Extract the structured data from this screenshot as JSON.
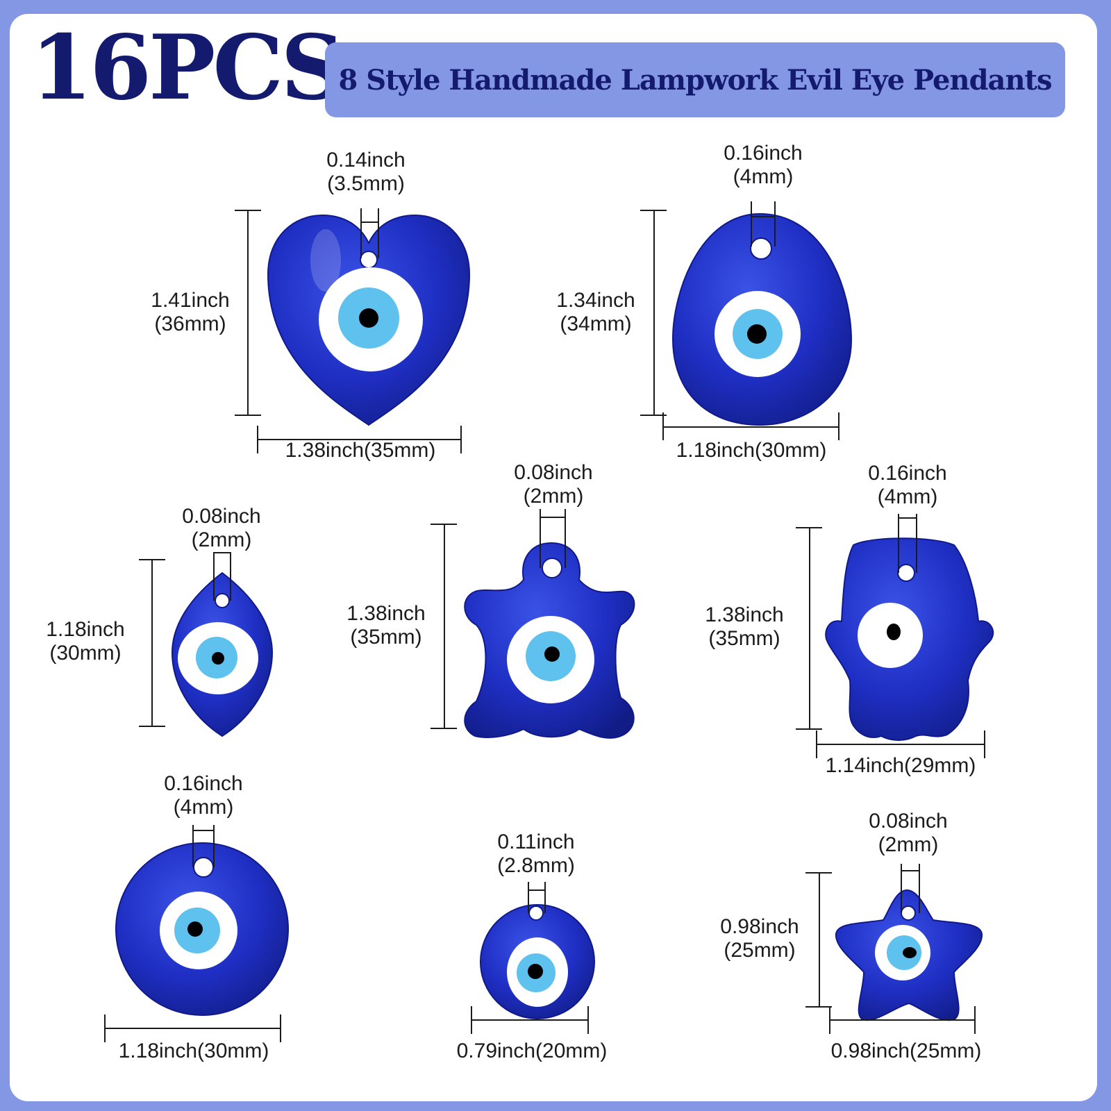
{
  "header": {
    "count": "16PCS",
    "subtitle": "8 Style Handmade Lampwork Evil Eye Pendants"
  },
  "colors": {
    "frame": "#8497e4",
    "title": "#141b6e",
    "glass": "#1f2fc4",
    "iris": "#5ec1ee"
  },
  "pendants": [
    {
      "shape": "heart",
      "hole": [
        "0.14inch",
        "(3.5mm)"
      ],
      "height": [
        "1.41inch",
        "(36mm)"
      ],
      "width": "1.38inch(35mm)"
    },
    {
      "shape": "teardrop",
      "hole": [
        "0.16inch",
        "(4mm)"
      ],
      "height": [
        "1.34inch",
        "(34mm)"
      ],
      "width": "1.18inch(30mm)"
    },
    {
      "shape": "horse-eye",
      "hole": [
        "0.08inch",
        "(2mm)"
      ],
      "height": [
        "1.18inch",
        "(30mm)"
      ]
    },
    {
      "shape": "turtle",
      "hole": [
        "0.08inch",
        "(2mm)"
      ],
      "height": [
        "1.38inch",
        "(35mm)"
      ]
    },
    {
      "shape": "hamsa-hand",
      "hole": [
        "0.16inch",
        "(4mm)"
      ],
      "height": [
        "1.38inch",
        "(35mm)"
      ],
      "width": "1.14inch(29mm)"
    },
    {
      "shape": "large-round",
      "hole": [
        "0.16inch",
        "(4mm)"
      ],
      "width": "1.18inch(30mm)"
    },
    {
      "shape": "small-round",
      "hole": [
        "0.11inch",
        "(2.8mm)"
      ],
      "width": "0.79inch(20mm)"
    },
    {
      "shape": "star",
      "hole": [
        "0.08inch",
        "(2mm)"
      ],
      "height": [
        "0.98inch",
        "(25mm)"
      ],
      "width": "0.98inch(25mm)"
    }
  ]
}
